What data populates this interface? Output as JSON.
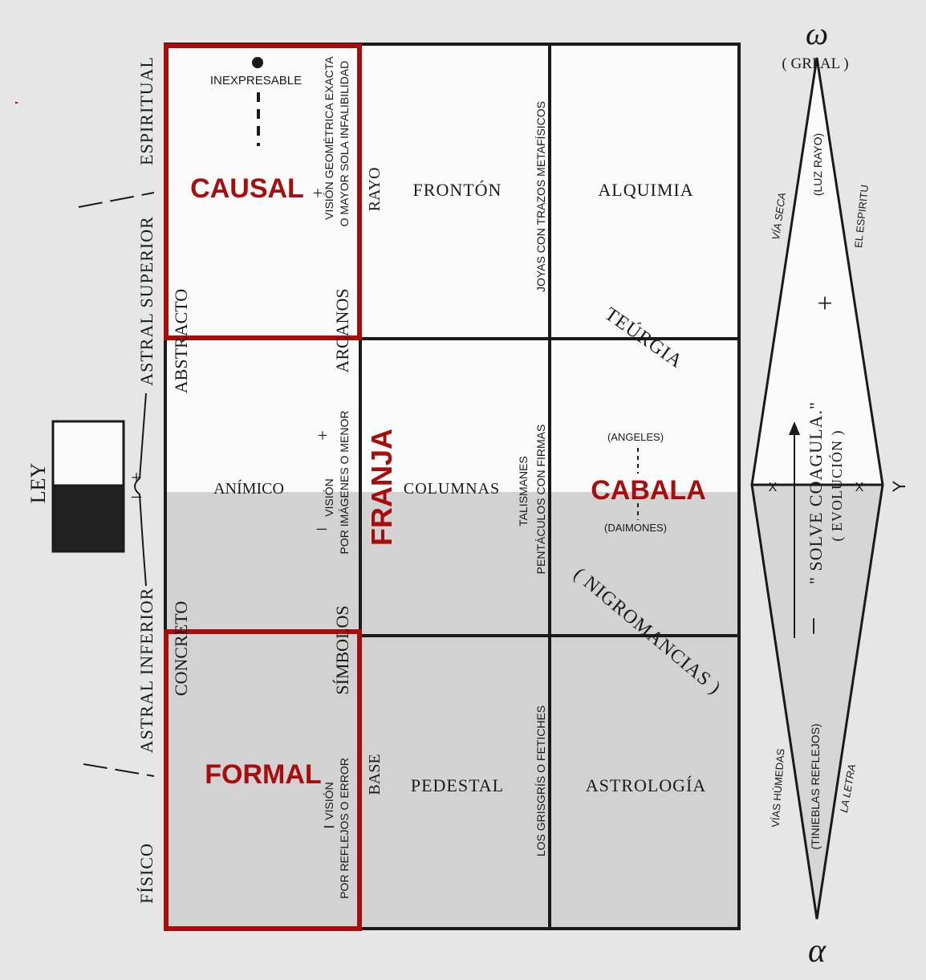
{
  "left_scale": {
    "espiritual": "ESPIRITUAL",
    "astral_superior": "ASTRAL SUPERIOR",
    "astral_inferior": "ASTRAL INFERIOR",
    "fisico": "FÍSICO",
    "ley": "LEY",
    "plus": "+",
    "minus": "–"
  },
  "column1": {
    "abstracto": "ABSTRACTO",
    "concreto": "CONCRETO",
    "inexpresable": "INEXPRESABLE",
    "causal": "CAUSAL",
    "formal": "FORMAL",
    "animico": "ANÍMICO",
    "vision_exacta_1": "VISIÓN GEOMÉTRICA EXACTA",
    "vision_exacta_2": "O MAYOR SOLA INFALIBILIDAD",
    "vision_imagenes_1": "VISIÓN",
    "vision_imagenes_2": "POR IMÁGENES O MENOR",
    "vision_reflejos_1": "VISIÓN",
    "vision_reflejos_2": "POR REFLEJOS O ERROR",
    "arcanos": "ARCANOS",
    "simbolos": "SÍMBOLOS",
    "plus": "+",
    "minus": "–"
  },
  "column2": {
    "rayo": "RAYO",
    "franja": "FRANJA",
    "base": "BASE",
    "fronton": "FRONTÓN",
    "columnas": "COLUMNAS",
    "pedestal": "PEDESTAL",
    "joyas": "JOYAS CON TRAZOS METAFÍSICOS",
    "talismanes_1": "TALISMANES",
    "talismanes_2": "PENTÁCULOS CON FIRMAS",
    "grisgris": "LOS GRISGRÍS O FETICHES"
  },
  "column3": {
    "alquimia": "ALQUIMIA",
    "teurgia": "TEÚRGIA",
    "angeles": "(ANGELES)",
    "cabala": "CABALA",
    "daimones": "(DAIMONES)",
    "nigromancias": "( NIGROMANCIAS )",
    "astrologia": "ASTROLOGÍA"
  },
  "diamond": {
    "omega": "ω",
    "alpha": "α",
    "grial": "( GRI  AL )",
    "via_seca": "VÍA   SECA",
    "luz_rayo": "(LUZ  RAYO)",
    "el_espiritu": "EL  ESPIRITU",
    "plus": "+",
    "solve_coagula": "\" SOLVE  COAGULA.\"",
    "evolucion": "( EVOLUCIÓN )",
    "x_left": "X",
    "x_right": "X",
    "y_right": "Y",
    "minus": "–",
    "vias_humedas": "VÍAS  HÚMEDAS",
    "tinieblas": "(TINIEBLAS   REFLEJOS)",
    "la_letra": "LA  LETRA"
  },
  "colors": {
    "background": "#e6e6e6",
    "red_frame": "#a80d0d",
    "grid": "#1a1a1a",
    "upper_fill": "#fbfbfb",
    "lower_fill": "#d2d2d2",
    "bar_dark": "#222222"
  }
}
